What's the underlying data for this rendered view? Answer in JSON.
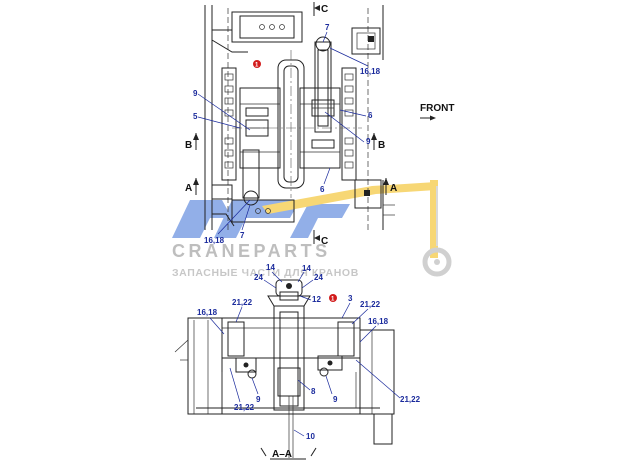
{
  "drawing": {
    "front_label": "FRONT",
    "section_a_top": "A",
    "section_a_bottom": "A",
    "section_c_top": "C",
    "section_c_bottom": "C",
    "section_b_left": "B",
    "section_b_right": "B",
    "section_title": "A–A"
  },
  "callouts_top": {
    "c7_top": "7",
    "c1": "1",
    "c16_18_right": "16,18",
    "c9_left": "9",
    "c5": "5",
    "c6_right": "6",
    "c9_right": "9",
    "c6_lower": "6",
    "c16_18_left": "16,18",
    "c7_bottom": "7"
  },
  "callouts_bottom": {
    "c14_left": "14",
    "c14_right": "14",
    "c24_left": "24",
    "c24_right": "24",
    "c12": "12",
    "c3": "3",
    "c1": "1",
    "c21_22_left": "21,22",
    "c21_22_right": "21,22",
    "c16_18_left": "16,18",
    "c16_18_right": "16,18",
    "c21_22_lower_left": "21,22",
    "c9_left": "9",
    "c8": "8",
    "c9_right": "9",
    "c21_22_lower_right": "21,22",
    "c10": "10"
  },
  "watermark": {
    "brand": "CRANEPARTS",
    "tagline": "ЗАПАСНЫЕ ЧАСТИ ДЛЯ КРАНОВ"
  },
  "colors": {
    "callout_blue": "#1a2a9c",
    "marker_red": "#d21c1c",
    "watermark_blue": "#3a6fd6",
    "watermark_yellow": "#f2b705"
  }
}
